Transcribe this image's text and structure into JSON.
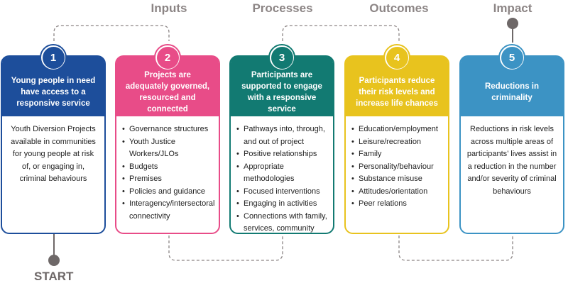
{
  "stages": {
    "inputs": "Inputs",
    "processes": "Processes",
    "outcomes": "Outcomes",
    "impact": "Impact",
    "start": "START"
  },
  "colors": {
    "blue": "#1d4e9b",
    "pink": "#e84c88",
    "teal": "#127a72",
    "yellow": "#e8c31e",
    "light_blue": "#3c93c4",
    "connector": "#6e6868"
  },
  "cards": [
    {
      "number": "1",
      "title": "Young people in need have access to a responsive service",
      "body": "Youth Diversion Projects available in communities for young people at risk of, or engaging in, criminal behaviours"
    },
    {
      "number": "2",
      "title": "Projects are adequately governed, resourced and connected",
      "items": [
        "Governance structures",
        "Youth Justice Workers/JLOs",
        "Budgets",
        "Premises",
        "Policies and guidance",
        "Interagency/intersectoral connectivity"
      ]
    },
    {
      "number": "3",
      "title": "Participants are supported to engage with a responsive service",
      "items": [
        "Pathways into, through, and out of project",
        "Positive relationships",
        "Appropriate methodologies",
        "Focused interventions",
        "Engaging in activities",
        "Connections with family, services, community"
      ]
    },
    {
      "number": "4",
      "title": "Participants reduce their risk levels and increase life chances",
      "items": [
        "Education/employment",
        "Leisure/recreation",
        "Family",
        "Personality/behaviour",
        "Substance misuse",
        "Attitudes/orientation",
        "Peer relations"
      ]
    },
    {
      "number": "5",
      "title": "Reductions in criminality",
      "body": "Reductions in risk levels across multiple areas of participants’ lives assist in a reduction in the number and/or severity of criminal behaviours"
    }
  ]
}
